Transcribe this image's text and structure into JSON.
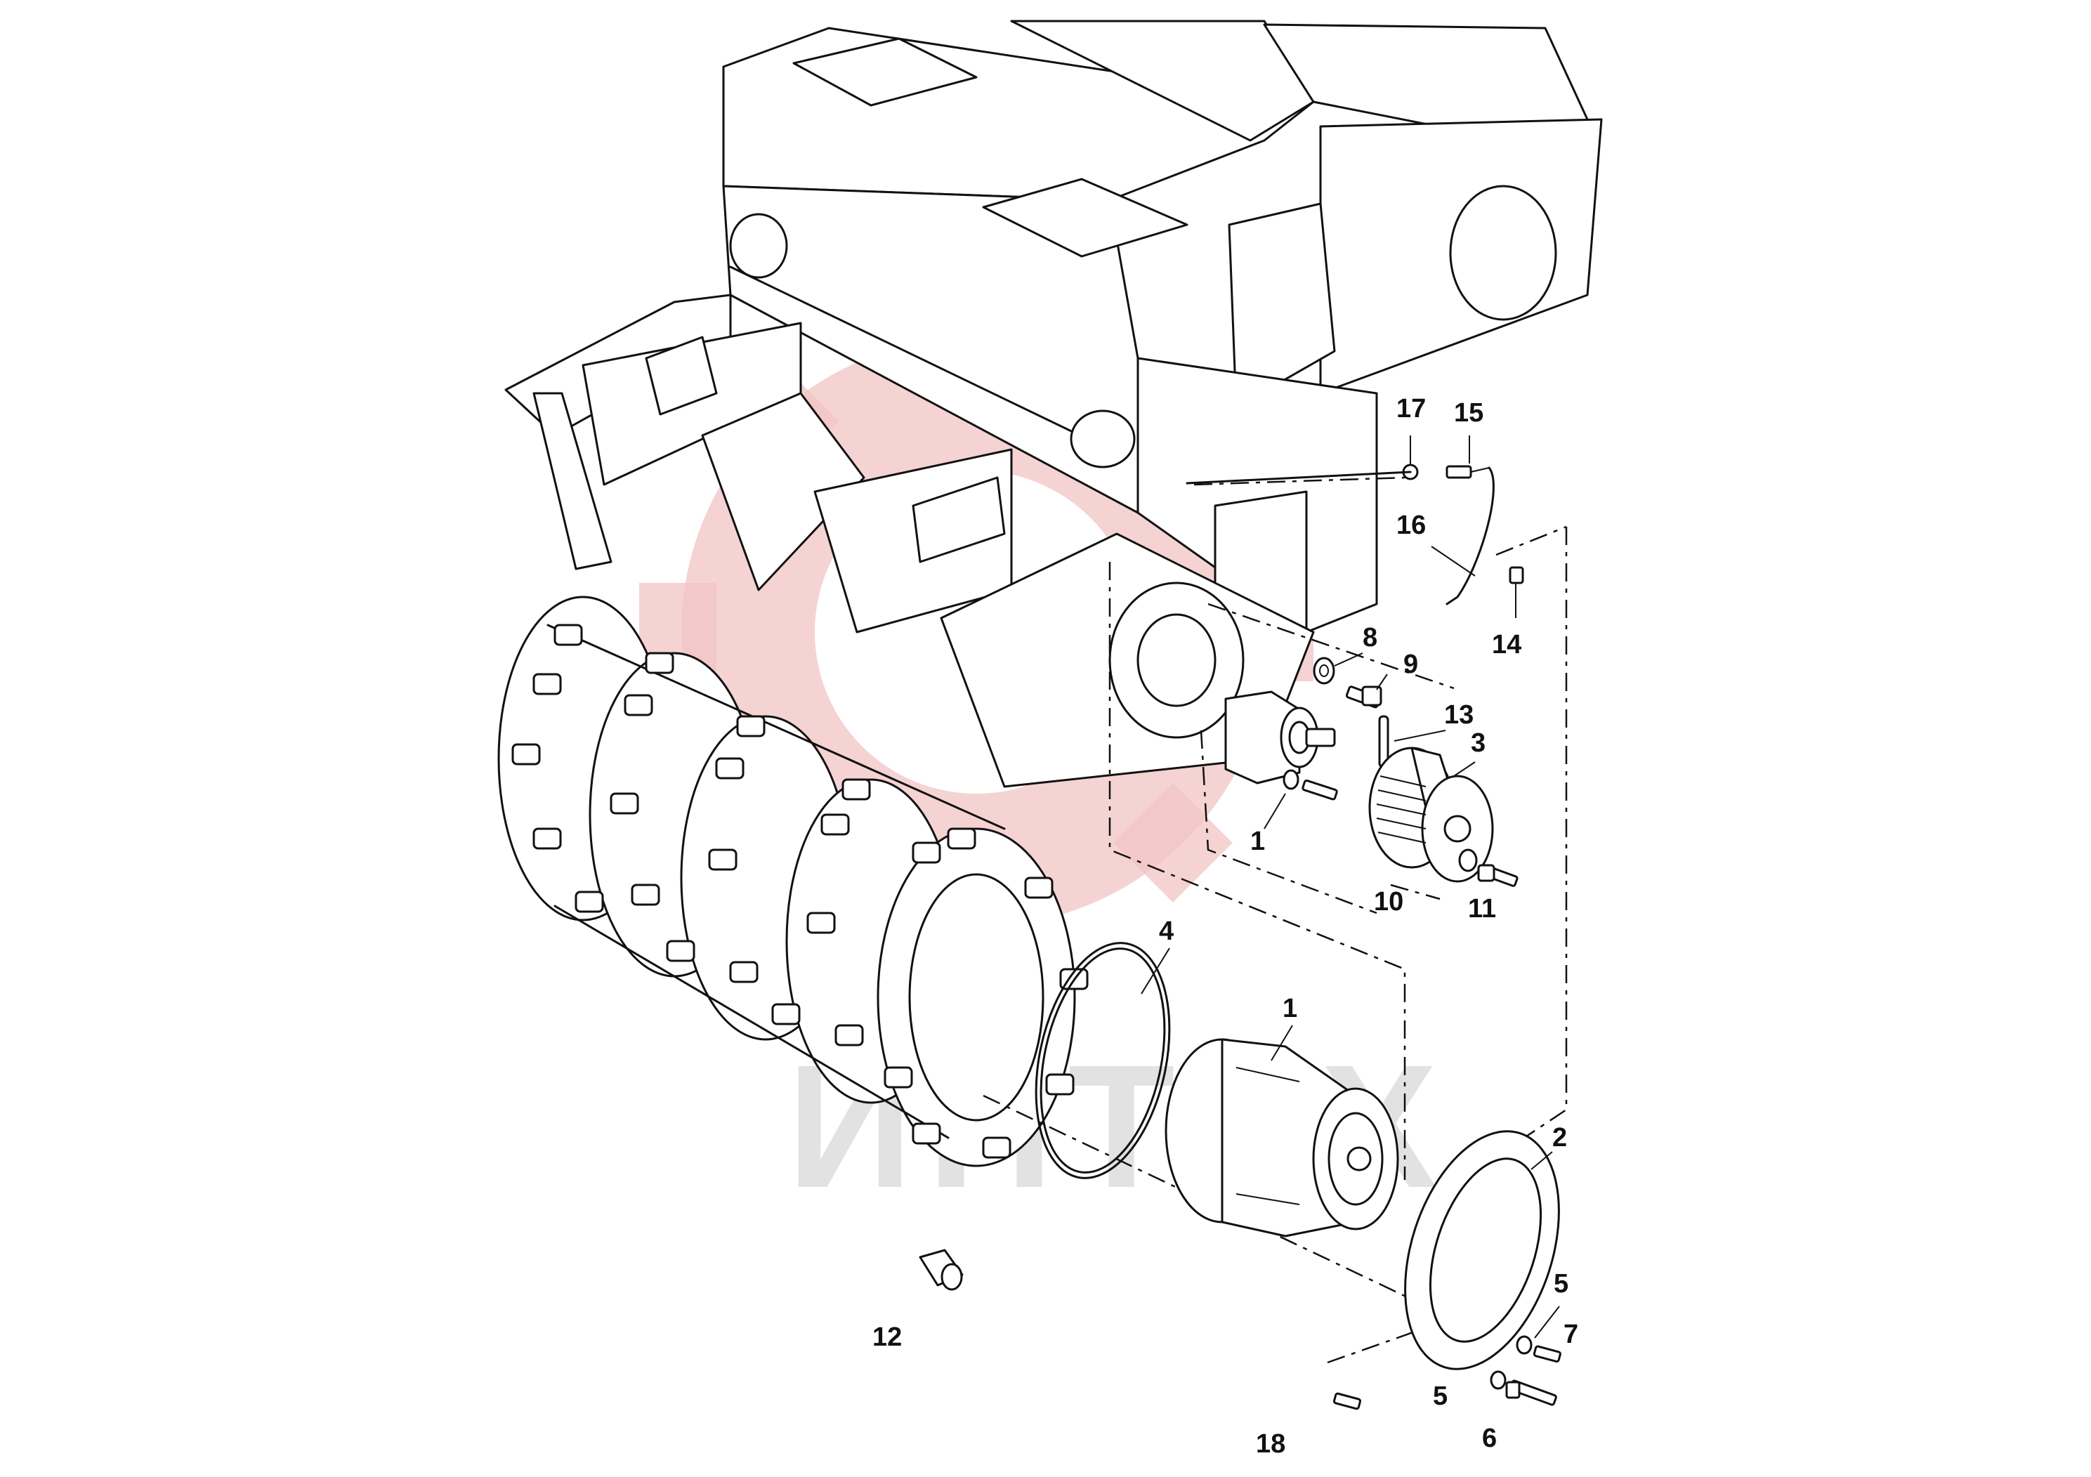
{
  "diagram": {
    "watermark_text": "ИНТЕХ",
    "watermark_color": "#f2c4c4",
    "line_color": "#111111",
    "callouts": [
      "1",
      "1",
      "2",
      "3",
      "4",
      "5",
      "5",
      "6",
      "7",
      "8",
      "9",
      "10",
      "11",
      "12",
      "13",
      "14",
      "15",
      "16",
      "17",
      "18"
    ]
  }
}
